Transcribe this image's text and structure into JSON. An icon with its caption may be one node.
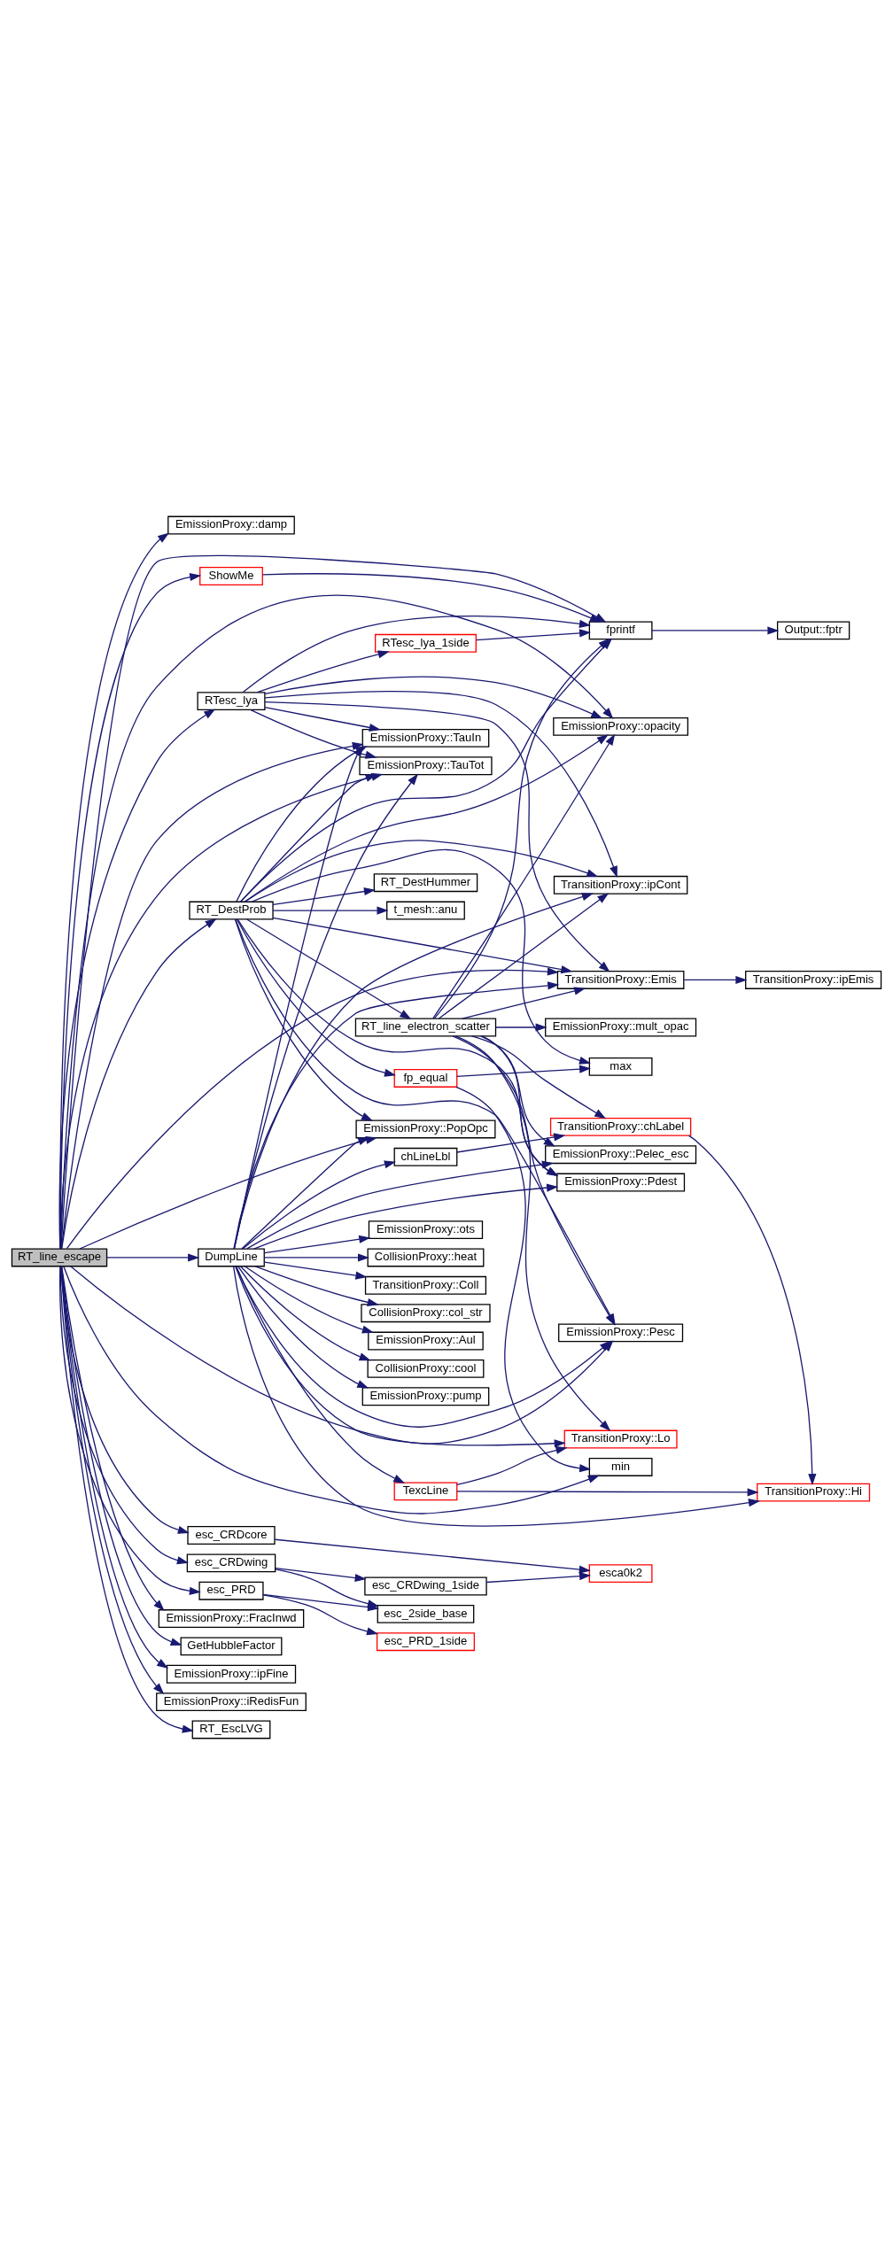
{
  "diagram": {
    "nodes": [
      {
        "text": [
          "RT_line_escape"
        ]
      },
      {
        "text": [
          "EmissionProxy::damp"
        ]
      },
      {
        "text": [
          "ShowMe"
        ]
      },
      {
        "text": [
          "RTesc_lya"
        ]
      },
      {
        "text": [
          "RT_DestProb"
        ]
      },
      {
        "text": [
          "DumpLine"
        ]
      },
      {
        "text": [
          "esc_CRDcore"
        ]
      },
      {
        "text": [
          "esc_CRDwing"
        ]
      },
      {
        "text": [
          "esc_PRD"
        ]
      },
      {
        "text": [
          "EmissionProxy::FracInwd"
        ]
      },
      {
        "text": [
          "GetHubbleFactor"
        ]
      },
      {
        "text": [
          "EmissionProxy::ipFine"
        ]
      },
      {
        "text": [
          "EmissionProxy::iRedisFun"
        ]
      },
      {
        "text": [
          "RT_EscLVG"
        ]
      },
      {
        "text": [
          "RTesc_lya_1side"
        ]
      },
      {
        "text": [
          "RT_line_electron_scatter"
        ]
      },
      {
        "text": [
          "RT_DestHummer"
        ]
      },
      {
        "text": [
          "t_mesh::anu"
        ]
      },
      {
        "text": [
          "fp_equal"
        ]
      },
      {
        "text": [
          "EmissionProxy::TauIn"
        ]
      },
      {
        "text": [
          "EmissionProxy::TauTot"
        ]
      },
      {
        "text": [
          "EmissionProxy::PopOpc"
        ]
      },
      {
        "text": [
          "EmissionProxy::ots"
        ]
      },
      {
        "text": [
          "CollisionProxy::heat"
        ]
      },
      {
        "text": [
          "TransitionProxy::Coll"
        ]
      },
      {
        "text": [
          "CollisionProxy::col_str"
        ]
      },
      {
        "text": [
          "EmissionProxy::Aul"
        ]
      },
      {
        "text": [
          "CollisionProxy::cool"
        ]
      },
      {
        "text": [
          "EmissionProxy::pump"
        ]
      },
      {
        "text": [
          "chLineLbl"
        ]
      },
      {
        "text": [
          "TexcLine"
        ]
      },
      {
        "text": [
          "esc_CRDwing_1side"
        ]
      },
      {
        "text": [
          "esc_2side_base"
        ]
      },
      {
        "text": [
          "esc_PRD_1side"
        ]
      },
      {
        "text": [
          "fprintf"
        ]
      },
      {
        "text": [
          "EmissionProxy::opacity"
        ]
      },
      {
        "text": [
          "TransitionProxy::ipCont"
        ]
      },
      {
        "text": [
          "TransitionProxy::Emis"
        ]
      },
      {
        "text": [
          "EmissionProxy::mult_opac"
        ]
      },
      {
        "text": [
          "EmissionProxy::Pdest"
        ]
      },
      {
        "text": [
          "EmissionProxy::Pelec_esc"
        ]
      },
      {
        "text": [
          "max"
        ]
      },
      {
        "text": [
          "EmissionProxy::Pesc"
        ]
      },
      {
        "text": [
          "TransitionProxy::chLabel"
        ]
      },
      {
        "text": [
          "min"
        ]
      },
      {
        "text": [
          "TransitionProxy::Lo"
        ]
      },
      {
        "text": [
          "TransitionProxy::Hi"
        ]
      },
      {
        "text": [
          "esca0k2"
        ]
      },
      {
        "text": [
          "Output::fptr"
        ]
      },
      {
        "text": [
          "TransitionProxy::ipEmis"
        ]
      }
    ],
    "edges": [
      {
        "from": 0,
        "to": 1,
        "arrow": "to"
      },
      {
        "from": 0,
        "to": 34,
        "arrow": "to"
      },
      {
        "from": 0,
        "to": 2,
        "arrow": "to"
      },
      {
        "from": 0,
        "to": 35,
        "arrow": "to"
      },
      {
        "from": 0,
        "to": 3,
        "arrow": "to"
      },
      {
        "from": 0,
        "to": 37,
        "arrow": "to"
      },
      {
        "from": 0,
        "to": 4,
        "arrow": "to"
      },
      {
        "from": 0,
        "to": 19,
        "arrow": "to"
      },
      {
        "from": 0,
        "to": 20,
        "arrow": "to"
      },
      {
        "from": 0,
        "to": 21,
        "arrow": "to"
      },
      {
        "from": 0,
        "to": 5,
        "arrow": "to"
      },
      {
        "from": 0,
        "to": 42,
        "arrow": "to"
      },
      {
        "from": 0,
        "to": 44,
        "arrow": "to"
      },
      {
        "from": 0,
        "to": 6,
        "arrow": "to"
      },
      {
        "from": 0,
        "to": 7,
        "arrow": "to"
      },
      {
        "from": 0,
        "to": 8,
        "arrow": "to"
      },
      {
        "from": 0,
        "to": 9,
        "arrow": "to"
      },
      {
        "from": 0,
        "to": 10,
        "arrow": "to"
      },
      {
        "from": 0,
        "to": 11,
        "arrow": "to"
      },
      {
        "from": 0,
        "to": 12,
        "arrow": "to"
      },
      {
        "from": 0,
        "to": 13,
        "arrow": "to"
      },
      {
        "from": 2,
        "to": 34,
        "arrow": "to"
      },
      {
        "from": 3,
        "to": 14,
        "arrow": "to"
      },
      {
        "from": 3,
        "to": 34,
        "arrow": "to"
      },
      {
        "from": 3,
        "to": 35,
        "arrow": "to"
      },
      {
        "from": 3,
        "to": 36,
        "arrow": "to"
      },
      {
        "from": 3,
        "to": 37,
        "arrow": "to"
      },
      {
        "from": 3,
        "to": 19,
        "arrow": "to"
      },
      {
        "from": 3,
        "to": 20,
        "arrow": "to"
      },
      {
        "from": 4,
        "to": 34,
        "arrow": "to"
      },
      {
        "from": 4,
        "to": 35,
        "arrow": "to"
      },
      {
        "from": 4,
        "to": 36,
        "arrow": "to"
      },
      {
        "from": 4,
        "to": 37,
        "arrow": "to"
      },
      {
        "from": 4,
        "to": 15,
        "arrow": "to"
      },
      {
        "from": 4,
        "to": 16,
        "arrow": "to"
      },
      {
        "from": 4,
        "to": 39,
        "arrow": "to"
      },
      {
        "from": 4,
        "to": 17,
        "arrow": "to"
      },
      {
        "from": 4,
        "to": 41,
        "arrow": "to"
      },
      {
        "from": 4,
        "to": 18,
        "arrow": "to"
      },
      {
        "from": 4,
        "to": 19,
        "arrow": "to"
      },
      {
        "from": 4,
        "to": 20,
        "arrow": "to"
      },
      {
        "from": 4,
        "to": 21,
        "arrow": "to"
      },
      {
        "from": 4,
        "to": 42,
        "arrow": "to"
      },
      {
        "from": 15,
        "to": 34,
        "arrow": "to"
      },
      {
        "from": 15,
        "to": 35,
        "arrow": "to"
      },
      {
        "from": 15,
        "to": 36,
        "arrow": "to"
      },
      {
        "from": 15,
        "to": 37,
        "arrow": "to"
      },
      {
        "from": 15,
        "to": 38,
        "arrow": "to"
      },
      {
        "from": 15,
        "to": 39,
        "arrow": "to"
      },
      {
        "from": 15,
        "to": 40,
        "arrow": "to"
      },
      {
        "from": 15,
        "to": 42,
        "arrow": "to"
      },
      {
        "from": 15,
        "to": 43,
        "arrow": "to"
      },
      {
        "from": 15,
        "to": 45,
        "arrow": "to"
      },
      {
        "from": 18,
        "to": 41,
        "arrow": "to"
      },
      {
        "from": 18,
        "to": 44,
        "arrow": "to"
      },
      {
        "from": 5,
        "to": 36,
        "arrow": "to"
      },
      {
        "from": 5,
        "to": 37,
        "arrow": "to"
      },
      {
        "from": 5,
        "to": 39,
        "arrow": "to"
      },
      {
        "from": 5,
        "to": 40,
        "arrow": "to"
      },
      {
        "from": 5,
        "to": 19,
        "arrow": "to"
      },
      {
        "from": 5,
        "to": 20,
        "arrow": "to"
      },
      {
        "from": 5,
        "to": 21,
        "arrow": "to"
      },
      {
        "from": 5,
        "to": 42,
        "arrow": "to"
      },
      {
        "from": 5,
        "to": 22,
        "arrow": "to"
      },
      {
        "from": 5,
        "to": 23,
        "arrow": "to"
      },
      {
        "from": 5,
        "to": 24,
        "arrow": "to"
      },
      {
        "from": 5,
        "to": 25,
        "arrow": "to"
      },
      {
        "from": 5,
        "to": 26,
        "arrow": "to"
      },
      {
        "from": 5,
        "to": 27,
        "arrow": "to"
      },
      {
        "from": 5,
        "to": 28,
        "arrow": "to"
      },
      {
        "from": 5,
        "to": 29,
        "arrow": "to"
      },
      {
        "from": 5,
        "to": 46,
        "arrow": "to"
      },
      {
        "from": 5,
        "to": 45,
        "arrow": "to"
      },
      {
        "from": 5,
        "to": 30,
        "arrow": "to"
      },
      {
        "from": 29,
        "to": 43,
        "arrow": "to"
      },
      {
        "from": 43,
        "to": 46,
        "arrow": "to"
      },
      {
        "from": 30,
        "to": 45,
        "arrow": "to"
      },
      {
        "from": 30,
        "to": 46,
        "arrow": "to"
      },
      {
        "from": 6,
        "to": 47,
        "arrow": "to"
      },
      {
        "from": 7,
        "to": 31,
        "arrow": "to"
      },
      {
        "from": 7,
        "to": 32,
        "arrow": "to"
      },
      {
        "from": 8,
        "to": 32,
        "arrow": "to"
      },
      {
        "from": 8,
        "to": 33,
        "arrow": "to"
      },
      {
        "from": 31,
        "to": 47,
        "arrow": "to"
      },
      {
        "from": 14,
        "to": 34,
        "arrow": "to"
      },
      {
        "from": 34,
        "to": 48,
        "arrow": "to"
      },
      {
        "from": 37,
        "to": 49,
        "arrow": "to"
      }
    ]
  }
}
